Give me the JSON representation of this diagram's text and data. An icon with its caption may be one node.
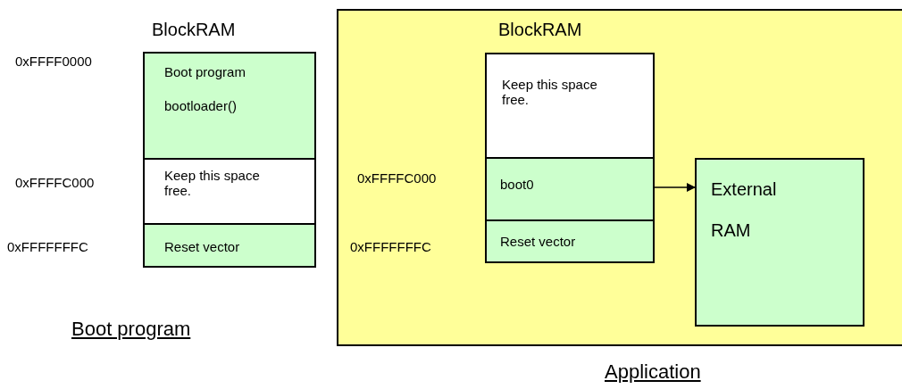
{
  "diagram": {
    "nodes": [
      {
        "text": [
          "Boot program",
          "bootloader()"
        ]
      },
      {
        "text": [
          "Keep this space free."
        ]
      },
      {
        "text": [
          "Reset vector"
        ]
      },
      {
        "text": [],
        "shape": "box",
        "beside": [
          "Application"
        ]
      },
      {
        "text": [
          "Keep this space free."
        ],
        "in": 3
      },
      {
        "text": [
          "boot0"
        ],
        "in": 3
      },
      {
        "text": [
          "Reset vector"
        ],
        "in": 3
      },
      {
        "text": [
          "External RAM"
        ],
        "in": 3
      }
    ],
    "edges": [
      {
        "from": 5,
        "to": 7,
        "arrow": "to"
      }
    ],
    "labels": [
      "BlockRAM",
      "0xFFFF0000",
      "0xFFFFC000",
      "0xFFFFFFFC",
      "Boot program",
      "BlockRAM",
      "0xFFFFC000",
      "0xFFFFFFFC"
    ]
  }
}
